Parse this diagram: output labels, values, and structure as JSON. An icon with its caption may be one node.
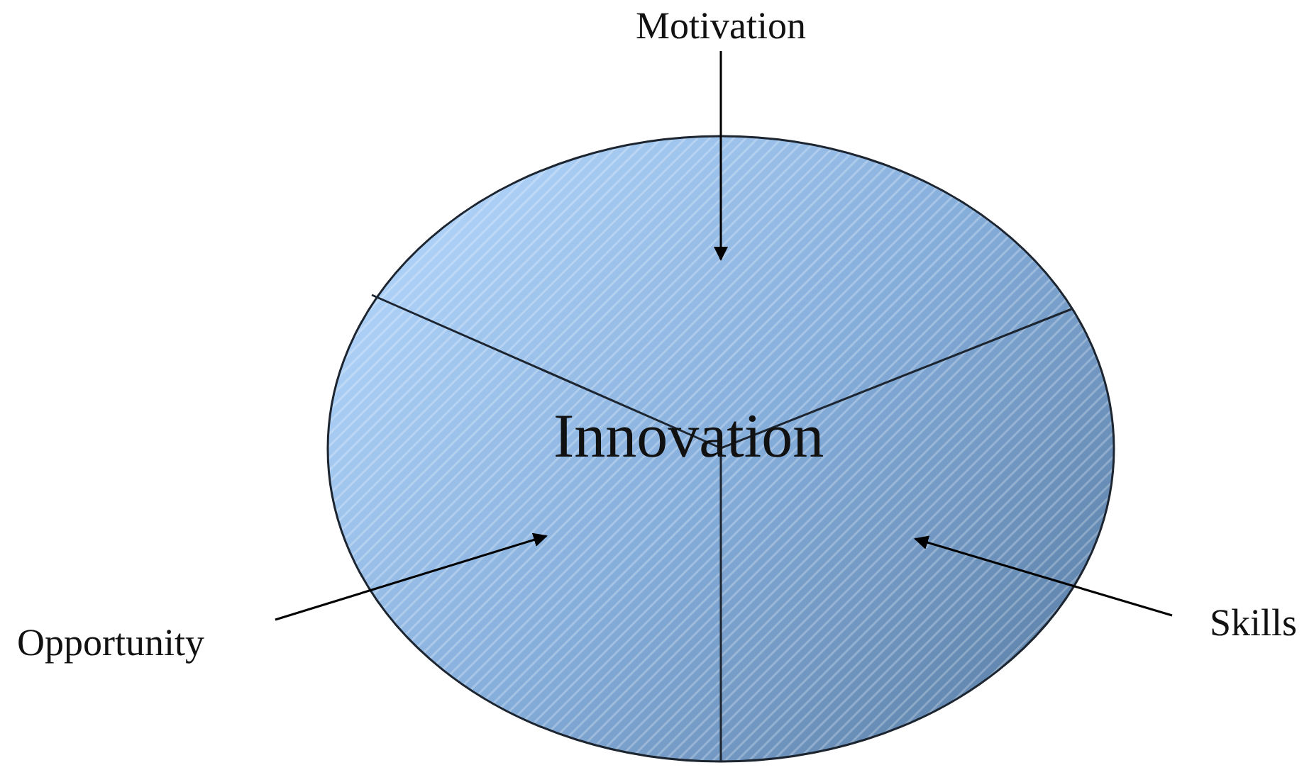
{
  "diagram": {
    "nodes": [
      {
        "text": [
          "Motivation"
        ]
      },
      {
        "text": [
          "Innovation"
        ]
      },
      {
        "text": [
          "Opportunity"
        ]
      },
      {
        "text": [
          "Skills"
        ]
      }
    ],
    "edges": [
      {
        "from": 0,
        "to": 1,
        "arrow": "to"
      },
      {
        "from": 2,
        "to": 1,
        "arrow": "to"
      },
      {
        "from": 3,
        "to": 1,
        "arrow": "to"
      }
    ]
  }
}
